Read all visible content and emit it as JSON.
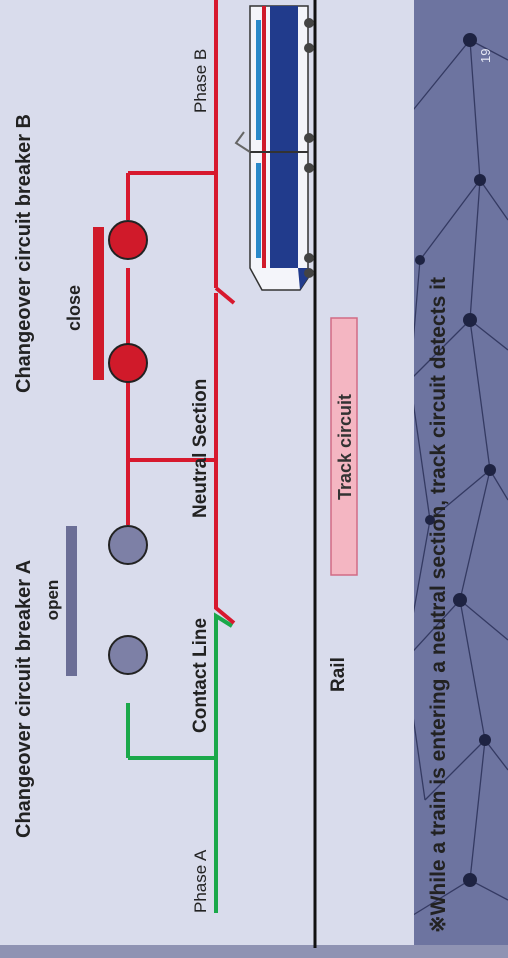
{
  "labels": {
    "breaker_a": "Changeover circuit breaker A",
    "breaker_b": "Changeover circuit breaker B",
    "open": "open",
    "close": "close",
    "contact_line": "Contact Line",
    "neutral_section": "Neutral Section",
    "phase_a": "Phase A",
    "phase_b": "Phase B",
    "rail": "Rail",
    "track_circuit": "Track circuit",
    "note": "※While a train is entering a neutral section, track circuit detects it",
    "page_number": "19"
  },
  "colors": {
    "phase_a_line": "#1aa84a",
    "phase_b_line": "#d7192e",
    "breaker_open": "#7d80a6",
    "breaker_closed": "#d01a2a",
    "track_circuit_fill": "#f4b6c2",
    "track_circuit_border": "#d16b85",
    "panel_bg": "#d9dcec",
    "rail": "#111111"
  },
  "icons": {
    "train": "train-icon"
  }
}
